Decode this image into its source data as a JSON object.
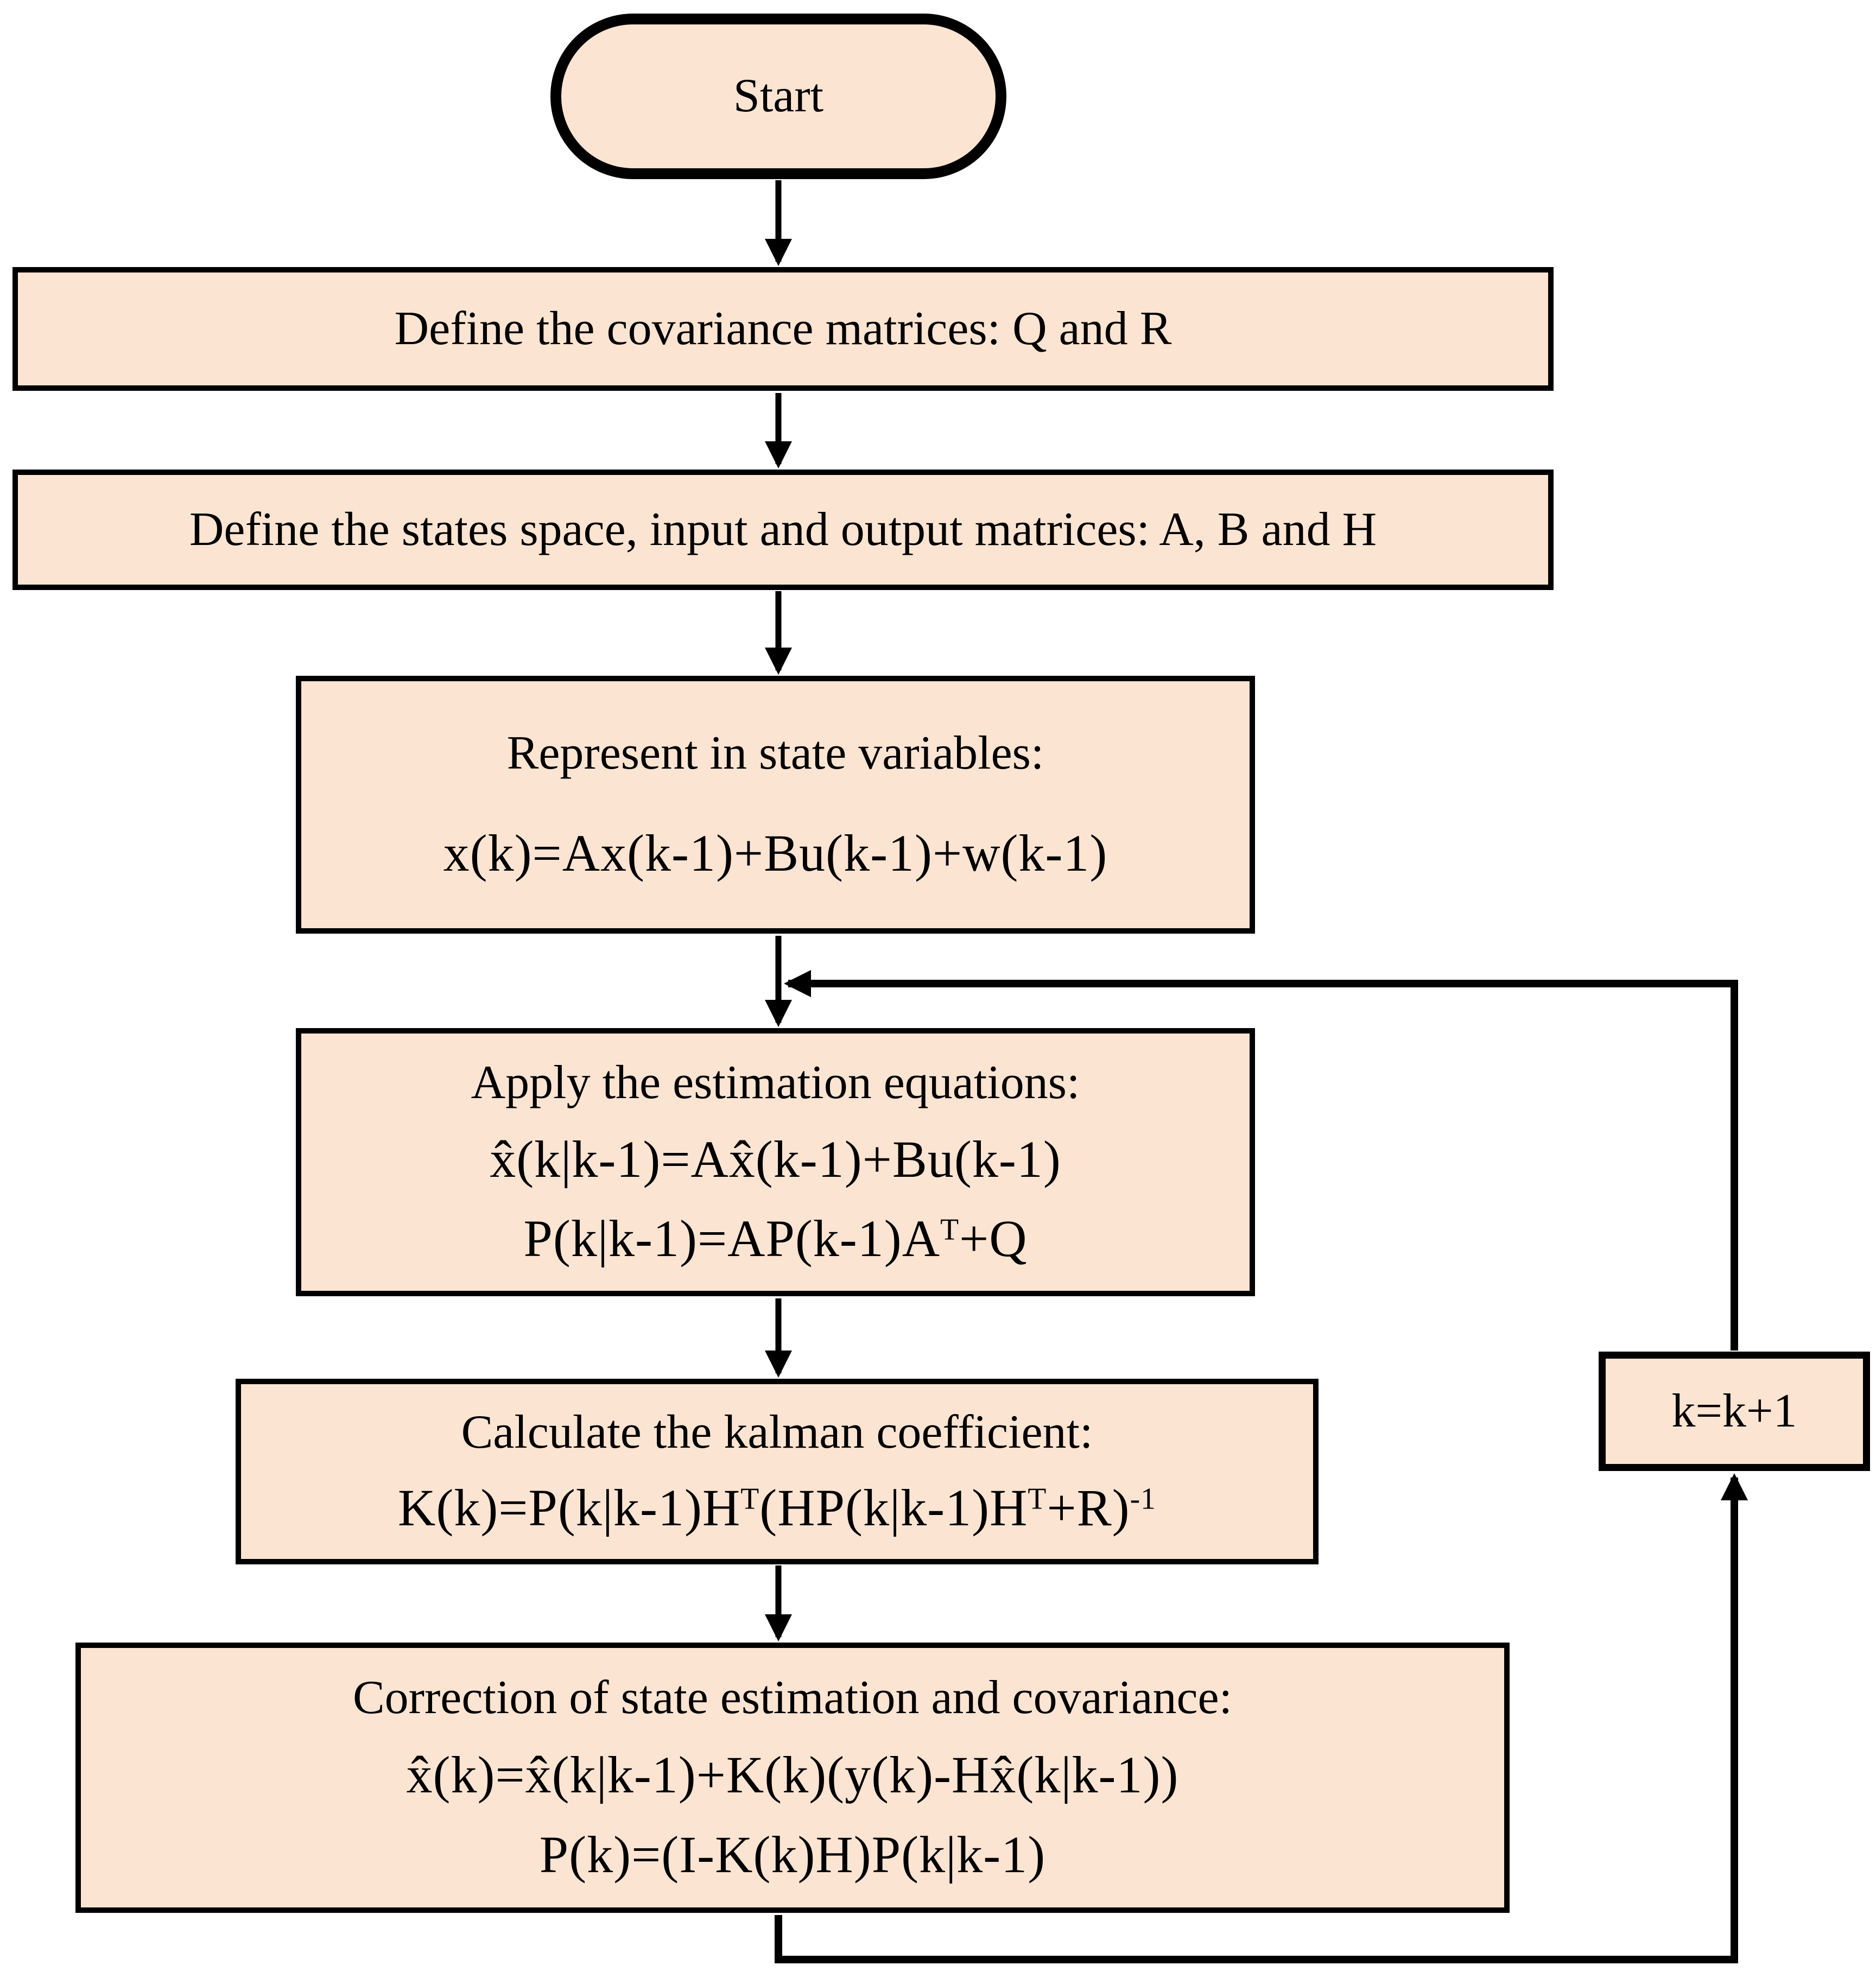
{
  "theme": {
    "node_fill": "#fce4d2",
    "node_border": "#000000",
    "arrow_color": "#000000",
    "background": "#ffffff"
  },
  "nodes": {
    "start": {
      "label": "Start"
    },
    "define_qr": {
      "label": "Define the covariance matrices: Q and R"
    },
    "define_abh": {
      "label": "Define the states space, input and output matrices: A, B and H"
    },
    "represent": {
      "title": "Represent in state variables:",
      "equation1": "x(k)=Ax(k-1)+Bu(k-1)+w(k-1)"
    },
    "estimate": {
      "title": "Apply the estimation equations:",
      "equation1": "x̂(k|k-1)=Ax̂(k-1)+Bu(k-1)",
      "equation2_parts": {
        "base1": "P(k|k-1)=AP(k-1)A",
        "sup1": "T",
        "base2": "+Q"
      }
    },
    "kalman_gain": {
      "title": "Calculate the kalman coefficient:",
      "equation_parts": {
        "base1": "K(k)=P(k|k-1)H",
        "sup1": "T",
        "base2": "(HP(k|k-1)H",
        "sup2": "T",
        "base3": "+R)",
        "sup3": "-1"
      }
    },
    "correction": {
      "title": "Correction of state estimation and covariance:",
      "equation1": "x̂(k)=x̂(k|k-1)+K(k)(y(k)-Hx̂(k|k-1))",
      "equation2": "P(k)=(I-K(k)H)P(k|k-1)"
    },
    "increment": {
      "label": "k=k+1"
    }
  }
}
